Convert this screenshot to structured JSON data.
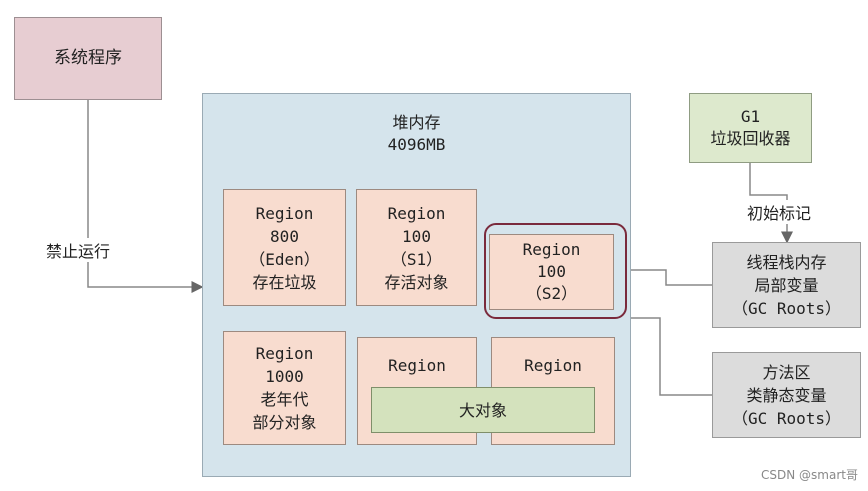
{
  "system_program": "系统程序",
  "stop_label": "禁止运行",
  "heap": {
    "title": "堆内存",
    "size": "4096MB"
  },
  "regions": {
    "r1": [
      "Region",
      "800",
      "（Eden）",
      "存在垃圾"
    ],
    "r2": [
      "Region",
      "100",
      "（S1）",
      "存活对象"
    ],
    "r3": [
      "Region",
      "100",
      "（S2）"
    ],
    "r4": [
      "Region",
      "1000",
      "老年代",
      "部分对象"
    ],
    "r5": [
      "Region"
    ],
    "r6": [
      "Region"
    ]
  },
  "large_object": "大对象",
  "g1": [
    "G1",
    "垃圾回收器"
  ],
  "initial_mark": "初始标记",
  "thread_stack": [
    "线程栈内存",
    "局部变量",
    "（GC Roots）"
  ],
  "method_area": [
    "方法区",
    "类静态变量",
    "（GC Roots）"
  ],
  "watermark": "CSDN @smart哥"
}
